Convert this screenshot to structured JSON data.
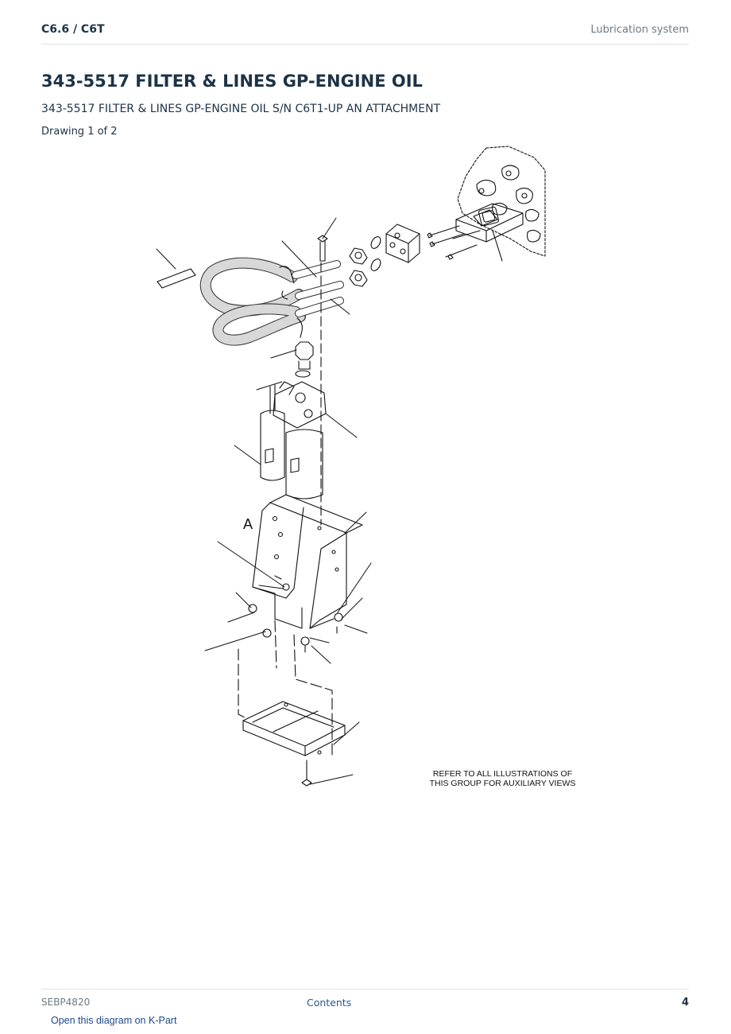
{
  "header": {
    "model": "C6.6  /  C6T",
    "section": "Lubrication system"
  },
  "title": "343-5517 FILTER & LINES GP-ENGINE OIL",
  "subtitle": "343-5517 FILTER & LINES GP-ENGINE OIL S/N C6T1-UP AN ATTACHMENT",
  "drawing_label": "Drawing 1 of 2",
  "diagram": {
    "view_label": "A",
    "note_line1": "REFER TO ALL ILLUSTRATIONS OF",
    "note_line2": "THIS GROUP FOR AUXILIARY VIEWS"
  },
  "footer": {
    "doc_id": "SEBP4820",
    "contents_link": "Contents",
    "page_number": "4"
  },
  "kpart_link": "Open this diagram on K-Part"
}
